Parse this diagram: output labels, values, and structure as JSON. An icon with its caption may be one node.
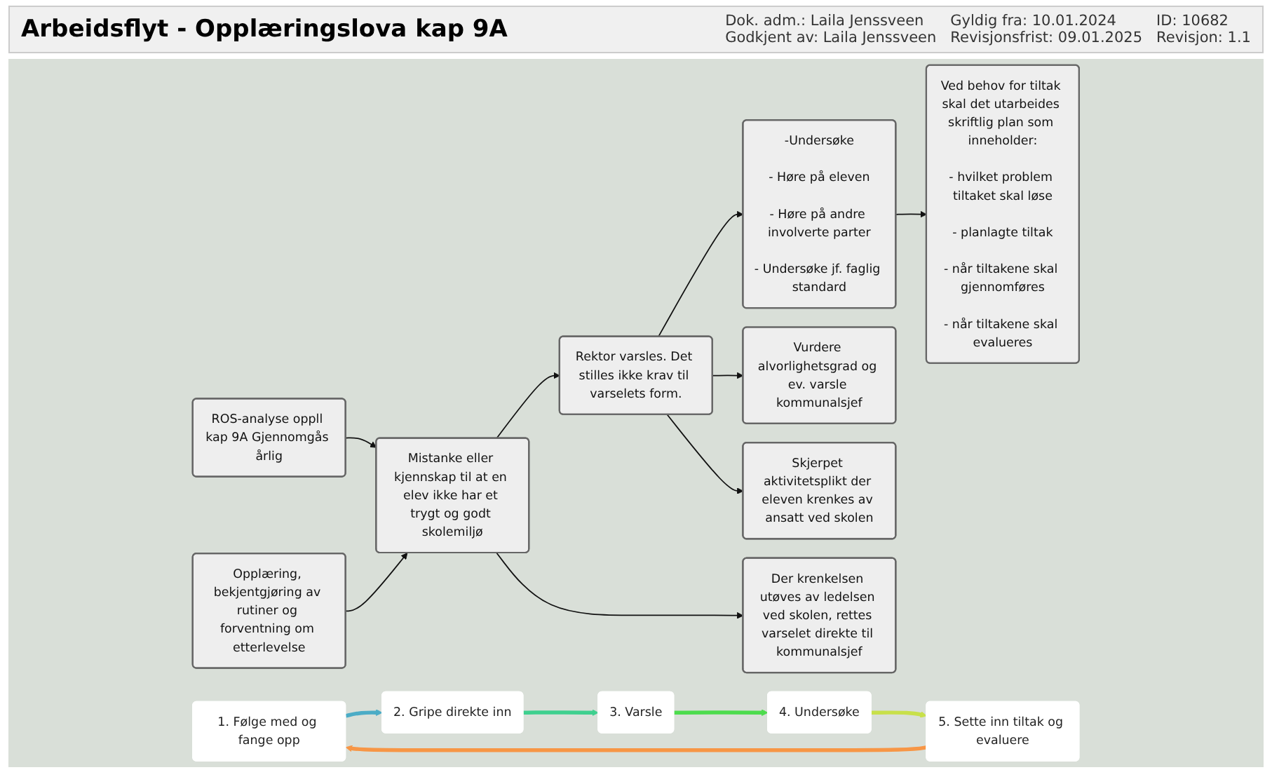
{
  "diagram": {
    "title": "Arbeidsflyt - Opplæringslova kap 9A",
    "nodes": [
      {
        "text": [
          "ROS-analyse oppll kap 9A Gjennomgås årlig"
        ]
      },
      {
        "text": [
          "Opplæring, bekjentgjøring av rutiner og forventning om etterlevelse"
        ]
      },
      {
        "text": [
          "Mistanke eller kjennskap til at en elev ikke har et trygt og godt skolemiljø"
        ]
      },
      {
        "text": [
          "Rektor varsles. Det stilles ikke krav til varselets form."
        ]
      },
      {
        "text": [
          "-Undersøke",
          "- Høre på eleven",
          "- Høre på andre involverte parter",
          "- Undersøke jf. faglig standard"
        ]
      },
      {
        "text": [
          "Ved behov for tiltak skal det utarbeides skriftlig plan som inneholder:",
          "- hvilket problem tiltaket skal løse",
          "- planlagte tiltak",
          "- når tiltakene skal gjennomføres",
          "- når tiltakene skal evalueres"
        ]
      },
      {
        "text": [
          "Vurdere alvorlighetsgrad og ev. varsle kommunalsjef"
        ]
      },
      {
        "text": [
          "Der krenkelsen utøves av ledelsen ved skolen, rettes varselet direkte til kommunalsjef"
        ]
      },
      {
        "text": [
          "Skjerpet aktivitetsplikt der eleven krenkes av ansatt ved skolen"
        ]
      },
      {
        "text": [
          "1. Følge med og fange opp"
        ]
      },
      {
        "text": [
          "2. Gripe direkte inn"
        ]
      },
      {
        "text": [
          "3. Varsle"
        ]
      },
      {
        "text": [
          "4. Undersøke"
        ]
      },
      {
        "text": [
          "5. Sette inn tiltak og evaluere"
        ]
      }
    ],
    "edges": [
      {
        "from": 0,
        "to": 2,
        "arrow": "to"
      },
      {
        "from": 1,
        "to": 2,
        "arrow": "to"
      },
      {
        "from": 2,
        "to": 3,
        "arrow": "to"
      },
      {
        "from": 2,
        "to": 7,
        "arrow": "to"
      },
      {
        "from": 3,
        "to": 4,
        "arrow": "to"
      },
      {
        "from": 3,
        "to": 6,
        "arrow": "to"
      },
      {
        "from": 3,
        "to": 8,
        "arrow": "to"
      },
      {
        "from": 4,
        "to": 5,
        "arrow": "to"
      },
      {
        "from": 9,
        "to": 10,
        "arrow": "to",
        "style": "thick",
        "color": "#4bacc6"
      },
      {
        "from": 10,
        "to": 11,
        "arrow": "to",
        "style": "thick",
        "color": "#3fd08f"
      },
      {
        "from": 11,
        "to": 12,
        "arrow": "to",
        "style": "thick",
        "color": "#4ddc4d"
      },
      {
        "from": 12,
        "to": 13,
        "arrow": "to",
        "style": "thick",
        "color": "#c8e04a"
      },
      {
        "from": 13,
        "to": 9,
        "arrow": "to",
        "style": "thick",
        "color": "#f79646"
      }
    ],
    "labels": [
      "Dok. adm.: Laila Jenssveen",
      "Gyldig fra: 10.01.2024",
      "ID: 10682",
      "Godkjent av: Laila Jenssveen",
      "Revisjonsfrist: 09.01.2025",
      "Revisjon: 1.1"
    ]
  }
}
